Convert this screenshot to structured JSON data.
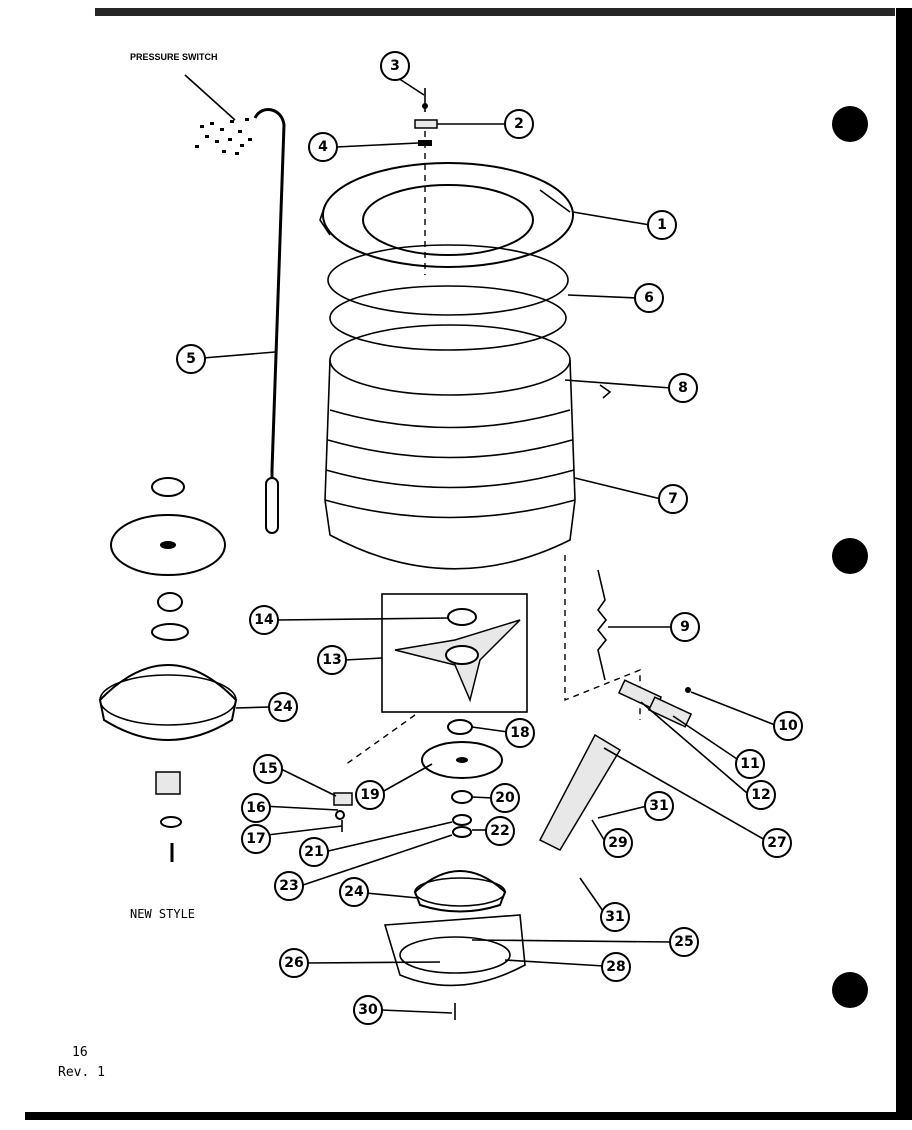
{
  "header_label": "PRESSURE SWITCH",
  "section_label": "NEW STYLE",
  "page_number": "16",
  "revision": "Rev. 1",
  "callouts": [
    "1",
    "2",
    "3",
    "4",
    "5",
    "6",
    "7",
    "8",
    "9",
    "10",
    "11",
    "12",
    "13",
    "14",
    "15",
    "16",
    "17",
    "18",
    "19",
    "20",
    "21",
    "22",
    "23",
    "24",
    "24",
    "25",
    "26",
    "27",
    "28",
    "29",
    "30",
    "31",
    "31"
  ]
}
